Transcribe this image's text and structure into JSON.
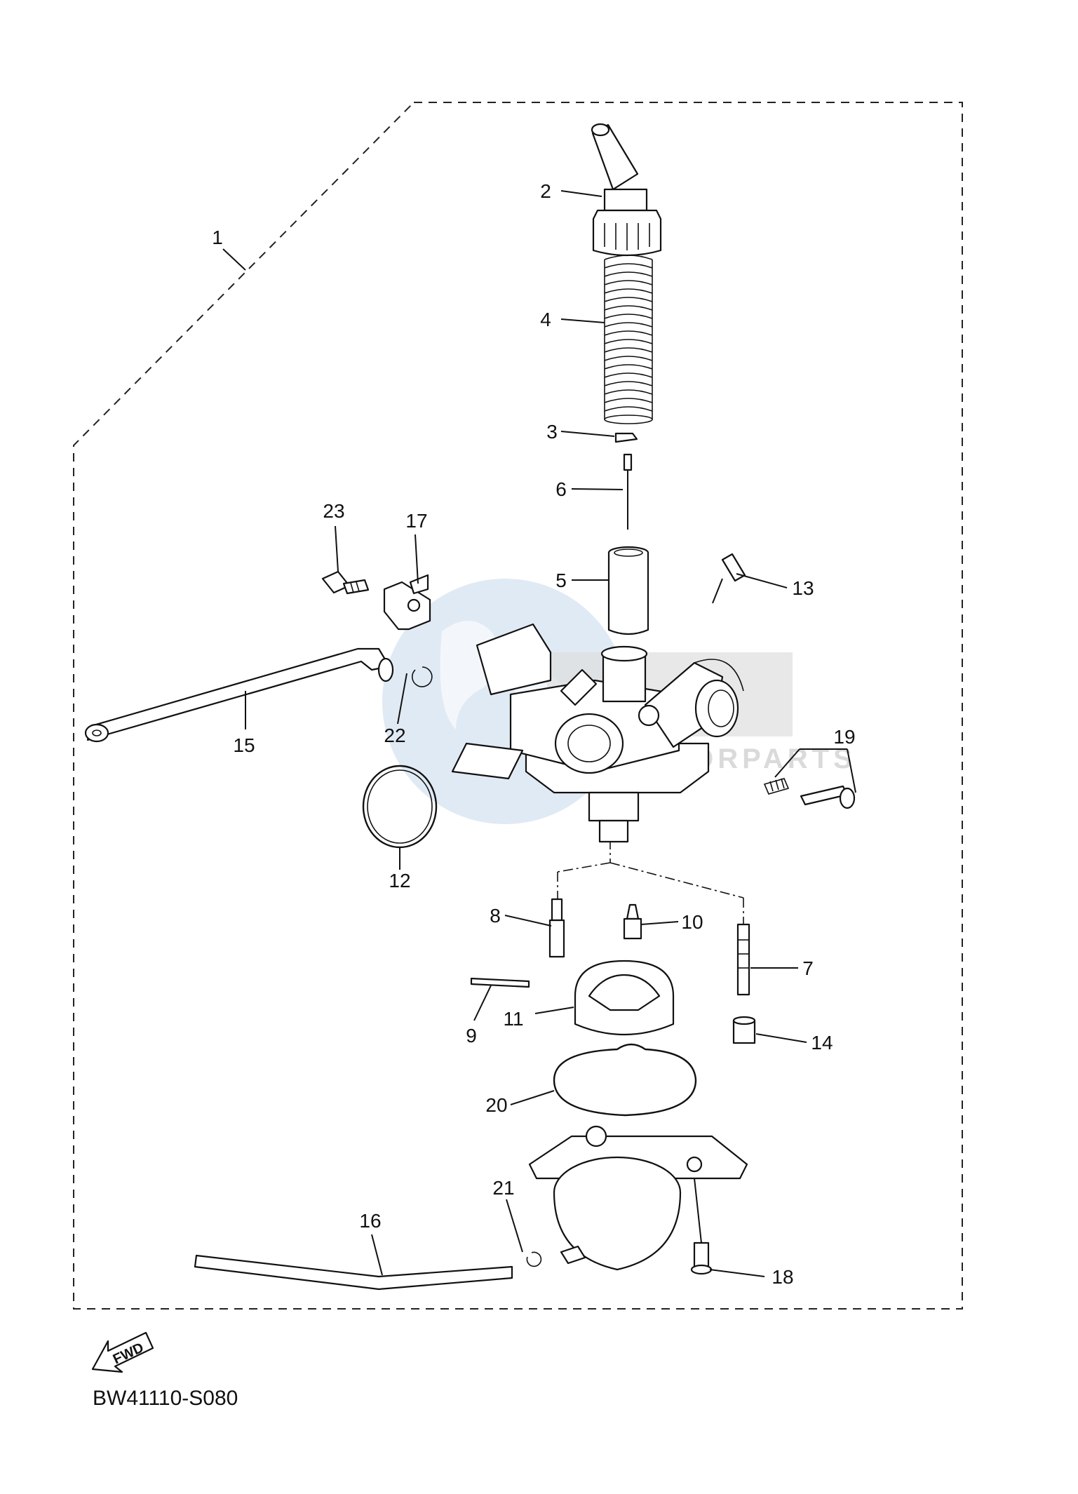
{
  "diagram_code": "BW41110-S080",
  "fwd_label": "FWD",
  "watermark": {
    "text": "MOTORPARTS",
    "colors": {
      "globe": "#8fb2d6",
      "letters": "#8a8a8a"
    }
  },
  "callouts": {
    "c1": "1",
    "c2": "2",
    "c3": "3",
    "c4": "4",
    "c5": "5",
    "c6": "6",
    "c7": "7",
    "c8": "8",
    "c9": "9",
    "c10": "10",
    "c11": "11",
    "c12": "12",
    "c13": "13",
    "c14": "14",
    "c15": "15",
    "c16": "16",
    "c17": "17",
    "c18": "18",
    "c19": "19",
    "c20": "20",
    "c21": "21",
    "c22": "22",
    "c23": "23"
  }
}
